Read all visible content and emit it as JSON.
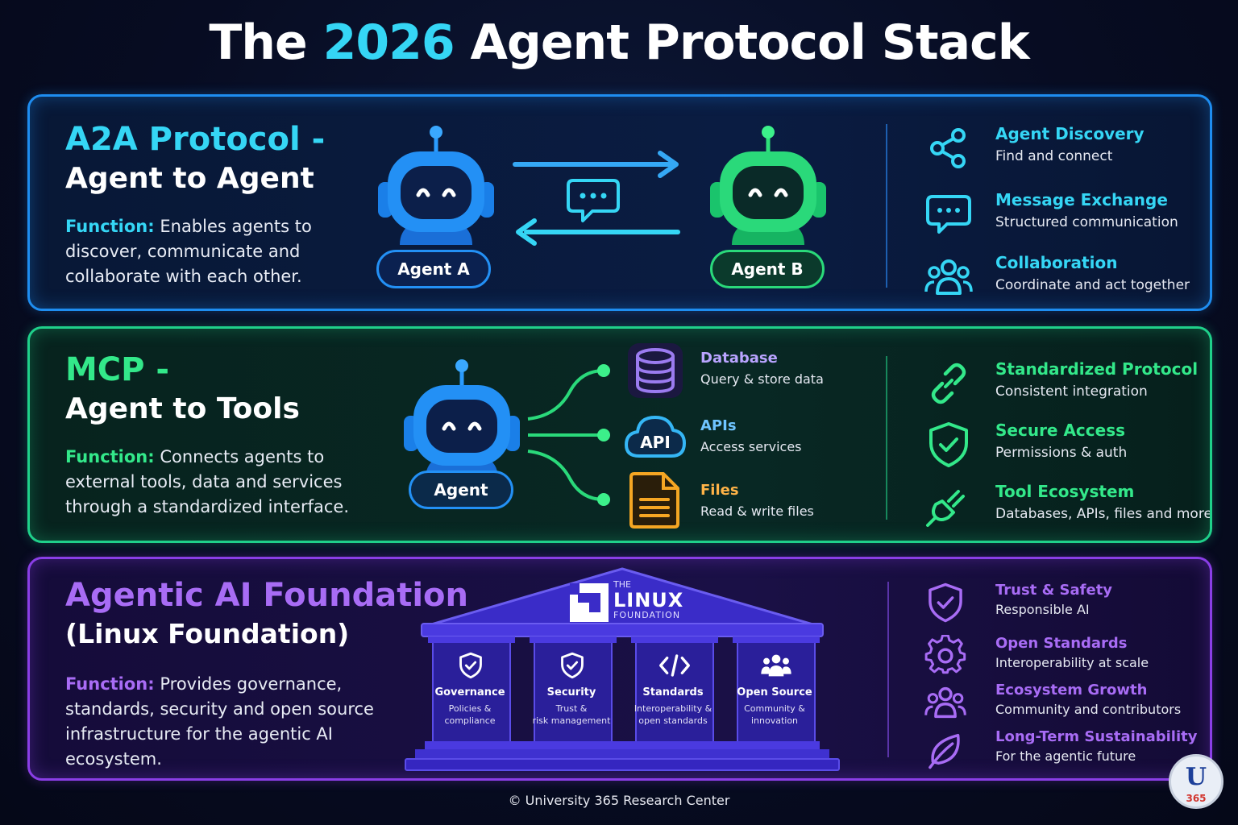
{
  "title": {
    "prefix": "The ",
    "year": "2026",
    "suffix": " Agent Protocol Stack"
  },
  "colors": {
    "a2a": "#1e8df0",
    "mcp": "#1fd08a",
    "foundation": "#8a3ee6",
    "cyan": "#35d6f5",
    "green": "#33e88a",
    "purple": "#a86cf5"
  },
  "a2a": {
    "title_line1": "A2A Protocol -",
    "title_line2": "Agent to Agent",
    "function_label": "Function:",
    "function_text": "Enables agents to discover, communicate and collaborate with each other.",
    "agent_a": "Agent A",
    "agent_b": "Agent B",
    "chat_icon": "chat-bubble-icon",
    "features": [
      {
        "icon": "share-nodes-icon",
        "title": "Agent Discovery",
        "desc": "Find and connect"
      },
      {
        "icon": "message-icon",
        "title": "Message Exchange",
        "desc": "Structured communication"
      },
      {
        "icon": "users-icon",
        "title": "Collaboration",
        "desc": "Coordinate and act together"
      }
    ]
  },
  "mcp": {
    "title_line1": "MCP -",
    "title_line2": "Agent to Tools",
    "function_label": "Function:",
    "function_text": "Connects agents to external tools, data and services through a standardized interface.",
    "agent": "Agent",
    "tools": [
      {
        "icon": "database-icon",
        "title": "Database",
        "desc": "Query & store data"
      },
      {
        "icon": "cloud-api-icon",
        "icon_text": "API",
        "title": "APIs",
        "desc": "Access services"
      },
      {
        "icon": "file-icon",
        "title": "Files",
        "desc": "Read & write files"
      }
    ],
    "features": [
      {
        "icon": "link-icon",
        "title": "Standardized Protocol",
        "desc": "Consistent integration"
      },
      {
        "icon": "shield-check-icon",
        "title": "Secure Access",
        "desc": "Permissions & auth"
      },
      {
        "icon": "plug-icon",
        "title": "Tool Ecosystem",
        "desc": "Databases, APIs, files and more"
      }
    ]
  },
  "foundation": {
    "title_line1": "Agentic AI Foundation",
    "title_line2": "(Linux Foundation)",
    "function_label": "Function:",
    "function_text": "Provides governance, standards, security and open source infrastructure for the agentic AI ecosystem.",
    "logo": {
      "the": "THE",
      "linux": "LINUX",
      "foundation": "FOUNDATION"
    },
    "pillars": [
      {
        "icon": "shield-check-icon",
        "title": "Governance",
        "desc_line1": "Policies &",
        "desc_line2": "compliance"
      },
      {
        "icon": "shield-check-icon",
        "title": "Security",
        "desc_line1": "Trust &",
        "desc_line2": "risk management"
      },
      {
        "icon": "code-icon",
        "title": "Standards",
        "desc_line1": "Interoperability &",
        "desc_line2": "open standards"
      },
      {
        "icon": "users-icon",
        "title": "Open Source",
        "desc_line1": "Community &",
        "desc_line2": "innovation"
      }
    ],
    "features": [
      {
        "icon": "shield-check-icon",
        "title": "Trust & Safety",
        "desc": "Responsible AI"
      },
      {
        "icon": "gear-icon",
        "title": "Open Standards",
        "desc": "Interoperability at scale"
      },
      {
        "icon": "users-icon",
        "title": "Ecosystem Growth",
        "desc": "Community and contributors"
      },
      {
        "icon": "leaf-icon",
        "title": "Long-Term Sustainability",
        "desc": "For the agentic future"
      }
    ]
  },
  "footer": "© University 365 Research Center",
  "badge": {
    "letter": "U",
    "number": "365"
  }
}
